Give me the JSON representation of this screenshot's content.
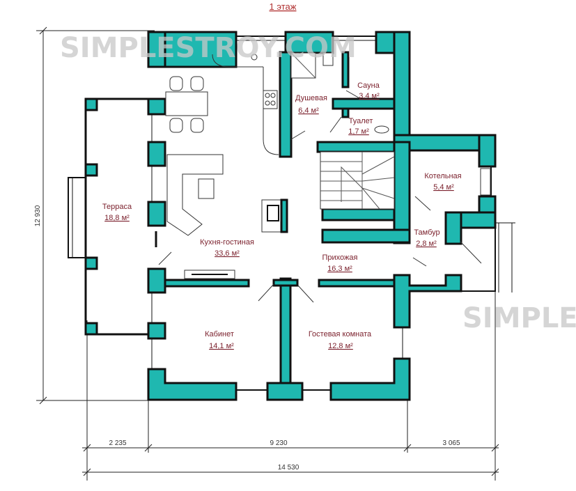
{
  "title": "1 этаж",
  "watermark": "SIMPLESTROY.COM",
  "watermark2": "SIMPLE",
  "colors": {
    "wall": "#1fb8b0",
    "room_text": "#7a1f2b",
    "title": "#b03030"
  },
  "rooms": [
    {
      "name": "Терраса",
      "area": "18,8 м²"
    },
    {
      "name": "Кухня-гостиная",
      "area": "33,6 м²"
    },
    {
      "name": "Душевая",
      "area": "6,4 м²"
    },
    {
      "name": "Сауна",
      "area": "3,4 м²"
    },
    {
      "name": "Туалет",
      "area": "1,7 м²"
    },
    {
      "name": "Котельная",
      "area": "5,4 м²"
    },
    {
      "name": "Тамбур",
      "area": "2,8 м²"
    },
    {
      "name": "Прихожая",
      "area": "16,3 м²"
    },
    {
      "name": "Кабинет",
      "area": "14,1 м²"
    },
    {
      "name": "Гостевая комната",
      "area": "12,8 м²"
    }
  ],
  "dimensions": {
    "height": "12 930",
    "left": "2 235",
    "middle": "9 230",
    "right": "3 065",
    "total": "14 530"
  }
}
